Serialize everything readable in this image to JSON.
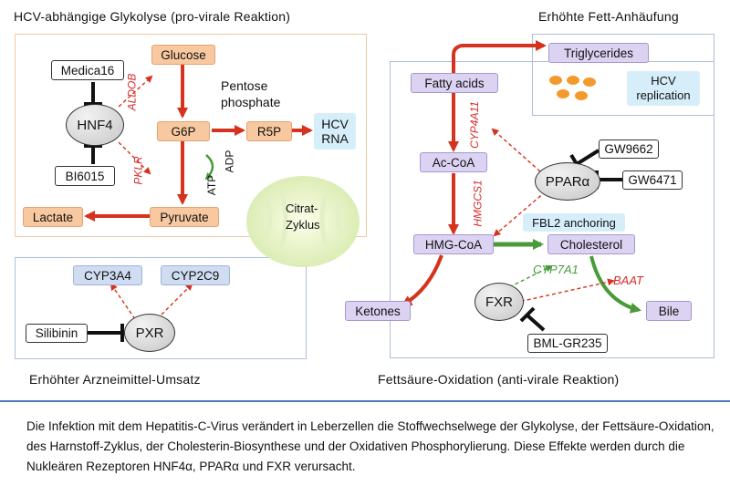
{
  "titles": {
    "glycolysis": "HCV-abhängige  Glykolyse (pro-virale Reaktion)",
    "fat": "Erhöhte  Fett-Anhäufung",
    "drug": "Erhöhter Arzneimittel-Umsatz",
    "beta_ox": "Fettsäure-Oxidation (anti-virale Reaktion)"
  },
  "glycolysis": {
    "glucose": "Glucose",
    "g6p": "G6P",
    "r5p": "R5P",
    "pyruvate": "Pyruvate",
    "lactate": "Lactate",
    "hcv_rna_line1": "HCV",
    "hcv_rna_line2": "RNA",
    "pentose_line1": "Pentose",
    "pentose_line2": "phosphate",
    "hnf4": "HNF4",
    "medica16": "Medica16",
    "bi6015": "BI6015",
    "aldob": "ALDOB",
    "pklr": "PKLR",
    "atp": "ATP",
    "adp": "ADP"
  },
  "citrate": {
    "line1": "Citrat-",
    "line2": "Zyklus"
  },
  "fat": {
    "triglycerides": "Triglycerides",
    "hcv_rep_line1": "HCV",
    "hcv_rep_line2": "replication"
  },
  "drug": {
    "cyp3a4": "CYP3A4",
    "cyp2c9": "CYP2C9",
    "pxr": "PXR",
    "silibinin": "Silibinin"
  },
  "beta_ox": {
    "fatty_acids": "Fatty acids",
    "ac_coa": "Ac-CoA",
    "hmg_coa": "HMG-CoA",
    "cholesterol": "Cholesterol",
    "ketones": "Ketones",
    "bile": "Bile",
    "ppara": "PPARα",
    "gw9662": "GW9662",
    "gw6471": "GW6471",
    "fxr": "FXR",
    "bml": "BML-GR235",
    "cyp4a11": "CYP4A11",
    "hmgcs1": "HMGCS1",
    "cyp7a1": "CYP7A1",
    "baat": "BAAT",
    "fbl2": "FBL2 anchoring"
  },
  "caption": "Die Infektion mit dem Hepatitis-C-Virus verändert in Leberzellen die Stoffwechselwege der Glykolyse, der Fettsäure-Oxidation, des Harnstoff-Zyklus, der Cholesterin-Biosynthese und der Oxidativen Phosphorylierung. Diese Effekte werden durch die Nukleären Rezeptoren HNF4α, PPARα und FXR verursacht.",
  "colors": {
    "red_arrow": "#d6321e",
    "green_arrow": "#4a9a3a",
    "orange_box": "#f8c9a0",
    "purple_box": "#dcd3f2",
    "blue_box": "#cfdcf1",
    "separator": "#4f79b7"
  }
}
